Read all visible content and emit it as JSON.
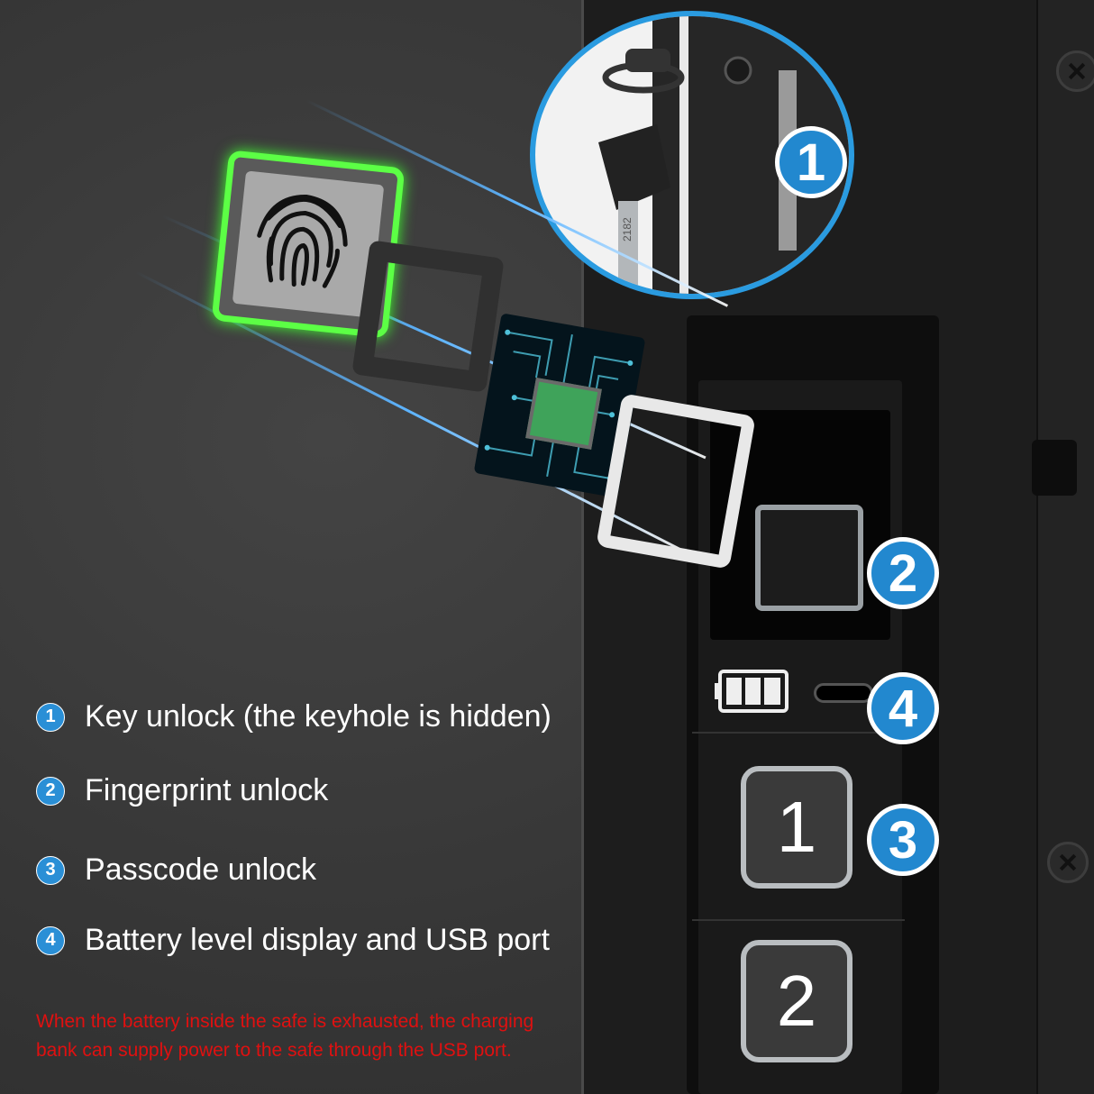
{
  "legend": {
    "items": [
      {
        "num": "1",
        "text": "Key unlock (the keyhole is hidden)"
      },
      {
        "num": "2",
        "text": "Fingerprint unlock"
      },
      {
        "num": "3",
        "text": "Passcode unlock"
      },
      {
        "num": "4",
        "text": "Battery level display and USB port"
      }
    ]
  },
  "note": "When the battery inside the safe is exhausted, the charging bank can supply power to the safe through the USB port.",
  "badges": {
    "key": "1",
    "fingerprint": "2",
    "passcode": "3",
    "battery": "4"
  },
  "keypad": {
    "key1": "1",
    "key2": "2"
  },
  "key_engraving": "2182",
  "battery_level": 1.0,
  "colors": {
    "badge_blue": "#2288cf",
    "fingerprint_glow": "#5cff45",
    "note_red": "#e01010",
    "beam_blue": "#5db4ff"
  },
  "icons": [
    "fingerprint-icon",
    "battery-icon",
    "usb-port-icon",
    "key-icon"
  ]
}
